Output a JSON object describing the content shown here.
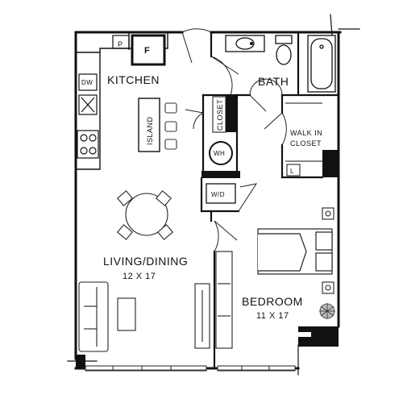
{
  "floorplan": {
    "rooms": {
      "kitchen": {
        "label": "KITCHEN"
      },
      "bath": {
        "label": "BATH"
      },
      "walk_in_closet": {
        "line1": "WALK IN",
        "line2": "CLOSET"
      },
      "living_dining": {
        "label": "LIVING/DINING",
        "size": "12 X 17"
      },
      "bedroom": {
        "label": "BEDROOM",
        "size": "11 X 17"
      }
    },
    "fixtures": {
      "dishwasher": "DW",
      "pantry": "P",
      "fridge": "F",
      "island": "ISLAND",
      "closet": "CLOSET",
      "water_heater": "WH",
      "washer_dryer": "W/D",
      "linen": "L"
    }
  }
}
